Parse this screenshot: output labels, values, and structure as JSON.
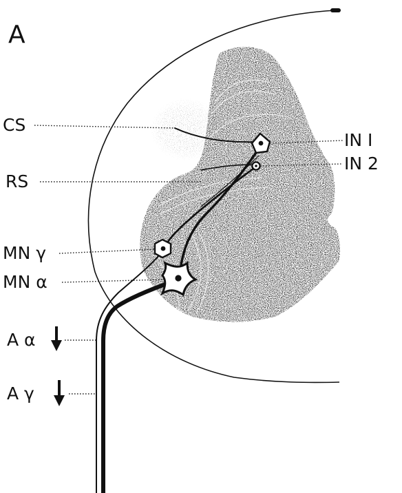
{
  "panel_letter": "A",
  "labels": {
    "cs": "CS",
    "rs": "RS",
    "in1": "IN I",
    "in2": "IN 2",
    "mn_gamma": "MN γ",
    "mn_alpha": "MN α",
    "a_alpha": "A α",
    "a_gamma": "A γ"
  },
  "colors": {
    "ink": "#111111",
    "grey_matter": "#8a8a8a",
    "background": "#ffffff"
  }
}
